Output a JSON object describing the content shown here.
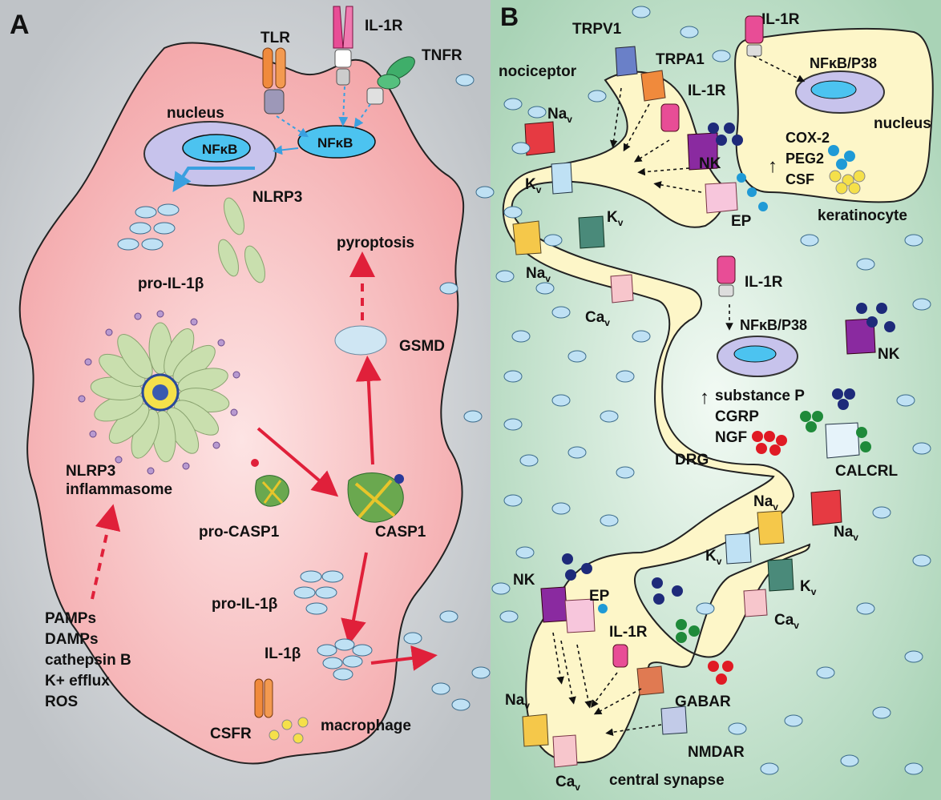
{
  "panel_a": {
    "letter": "A",
    "labels": {
      "tlr": "TLR",
      "il1r": "IL-1R",
      "tnfr": "TNFR",
      "nucleus": "nucleus",
      "nfkb_nuc": "NFκB",
      "nfkb_cyto": "NFκB",
      "nlrp3": "NLRP3",
      "pro_il1b_top": "pro-IL-1β",
      "pyroptosis": "pyroptosis",
      "gsmd": "GSMD",
      "inflammasome_1": "NLRP3",
      "inflammasome_2": "inflammasome",
      "pro_casp1": "pro-CASP1",
      "casp1": "CASP1",
      "pro_il1b_bottom": "pro-IL-1β",
      "il1b": "IL-1β",
      "csfr": "CSFR",
      "macrophage": "macrophage"
    },
    "triggers": [
      "PAMPs",
      "DAMPs",
      "cathepsin B",
      "K+ efflux",
      "ROS"
    ]
  },
  "panel_b": {
    "letter": "B",
    "labels": {
      "trpv1": "TRPV1",
      "trpa1": "TRPA1",
      "nociceptor": "nociceptor",
      "il1r_noc": "IL-1R",
      "il1r_ker": "IL-1R",
      "nfkb_p38_ker": "NFκB/P38",
      "nucleus_ker": "nucleus",
      "cox2": "COX-2",
      "peg2": "PEG2",
      "csf": "CSF",
      "keratinocyte": "keratinocyte",
      "nk_noc": "NK",
      "ep_noc": "EP",
      "nav_1": "Na",
      "kv_1": "K",
      "kv_2": "K",
      "nav_2": "Na",
      "cav_1": "Ca",
      "il1r_drg": "IL-1R",
      "nfkb_p38_drg": "NFκB/P38",
      "nk_drg": "NK",
      "substance_p": "substance P",
      "cgrp": "CGRP",
      "ngf": "NGF",
      "drg": "DRG",
      "calcrl": "CALCRL",
      "nav_3": "Na",
      "nav_4": "Na",
      "kv_3": "K",
      "kv_4": "K",
      "cav_2": "Ca",
      "nk_syn": "NK",
      "ep_syn": "EP",
      "il1r_syn": "IL-1R",
      "gabar": "GABAR",
      "nmdar": "NMDAR",
      "nav_5": "Na",
      "cav_3": "Ca",
      "central_synapse": "central synapse"
    },
    "subscript": "v"
  },
  "colors": {
    "macrophage_fill": "#f6b6b6",
    "panel_b_bg": "#cfe8d6",
    "neuron_fill": "#fdf6c8",
    "arrow_red": "#e0203a",
    "arrow_blue": "#3aa0e0",
    "nfkb_fill": "#4cc3f0",
    "nucleus_fill": "#c7c3ec",
    "vesicle_fill": "#bfe1f4"
  }
}
